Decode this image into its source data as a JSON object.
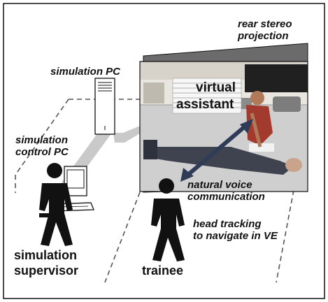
{
  "labels": {
    "rear_stereo_projection": [
      "rear stereo",
      "projection"
    ],
    "simulation_pc": "simulation PC",
    "simulation_control_pc": [
      "simulation",
      "control PC"
    ],
    "virtual_assistant": [
      "virtual",
      "assistant"
    ],
    "natural_voice_communication": [
      "natural voice",
      "communication"
    ],
    "head_tracking": [
      "head tracking",
      "to navigate in VE"
    ],
    "simulation_supervisor": [
      "simulation",
      "supervisor"
    ],
    "trainee": "trainee"
  },
  "colors": {
    "frame": "#111111",
    "figure": "#111111",
    "screen_back": "#6b6b6b",
    "screen_inner": "#2a2a2a",
    "floor": "#cfcfcf",
    "wall": "#e9e6df",
    "beam": "#c9c9c9",
    "dashed": "#555555",
    "arrow": "#2f3c58",
    "pc": "#ffffff"
  }
}
